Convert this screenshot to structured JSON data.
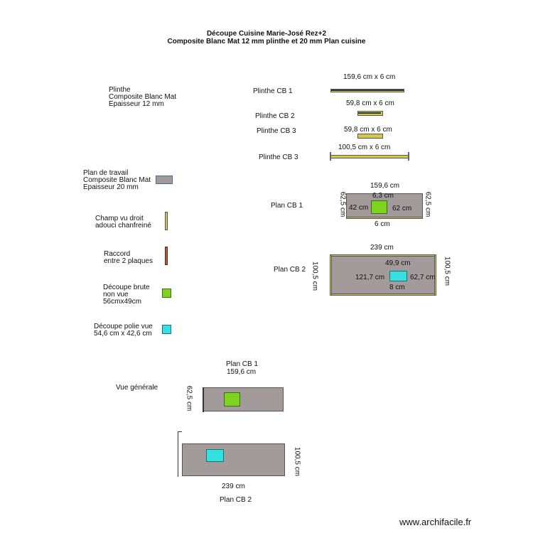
{
  "header": {
    "title_line1": "Découpe Cuisine Marie-José Rez+2",
    "title_line2": "Composite Blanc Mat 12 mm plinthe et 20 mm Plan cuisine"
  },
  "legend": {
    "plinthe": [
      "Plinthe",
      "Composite Blanc Mat",
      "Epaisseur 12 mm"
    ],
    "plan_travail": [
      "Plan de travail",
      "Composite Blanc Mat",
      "Epaisseur 20 mm"
    ],
    "champ": [
      "Champ vu droit",
      "adouci chanfreiné"
    ],
    "raccord": [
      "Raccord",
      "entre 2 plaques"
    ],
    "decoupe_brute": [
      "Découpe brute",
      "non vue",
      "56cmx49cm"
    ],
    "decoupe_polie": [
      "Découpe polie vue",
      "54,6 cm  x 42,6 cm"
    ]
  },
  "plinths": [
    {
      "label": "Plinthe CB 1",
      "dim": "159,6 cm x 6 cm"
    },
    {
      "label": "Plinthe CB 2",
      "dim": "59,8 cm x 6 cm"
    },
    {
      "label": "Plinthe CB 3",
      "dim": "59,8 cm x 6 cm"
    },
    {
      "label": "Plinthe CB 3",
      "dim": "100,5 cm x 6 cm"
    }
  ],
  "plan_cb1": {
    "label": "Plan CB 1",
    "top": "159,6 cm",
    "inner_top": "6,3 cm",
    "left_in": "42 cm",
    "right_in": "62 cm",
    "bottom": "6 cm",
    "side_left": "62,5 cm",
    "side_right": "62,5 cm"
  },
  "plan_cb2": {
    "label": "Plan CB 2",
    "top": "239 cm",
    "inner_top": "49,9 cm",
    "left_in": "121,7 cm",
    "right_in": "62,7 cm",
    "bottom": "8 cm",
    "side_left": "100,5 cm",
    "side_right": "100,5 cm"
  },
  "overview": {
    "title": "Vue générale",
    "cb1_label": "Plan CB 1",
    "cb1_width": "159,6 cm",
    "cb1_height": "62,5 cm",
    "cb2_label": "Plan CB 2",
    "cb2_width": "239 cm",
    "cb2_height": "100,5 cm"
  },
  "footer": {
    "brand": "www.archifacile.fr"
  }
}
